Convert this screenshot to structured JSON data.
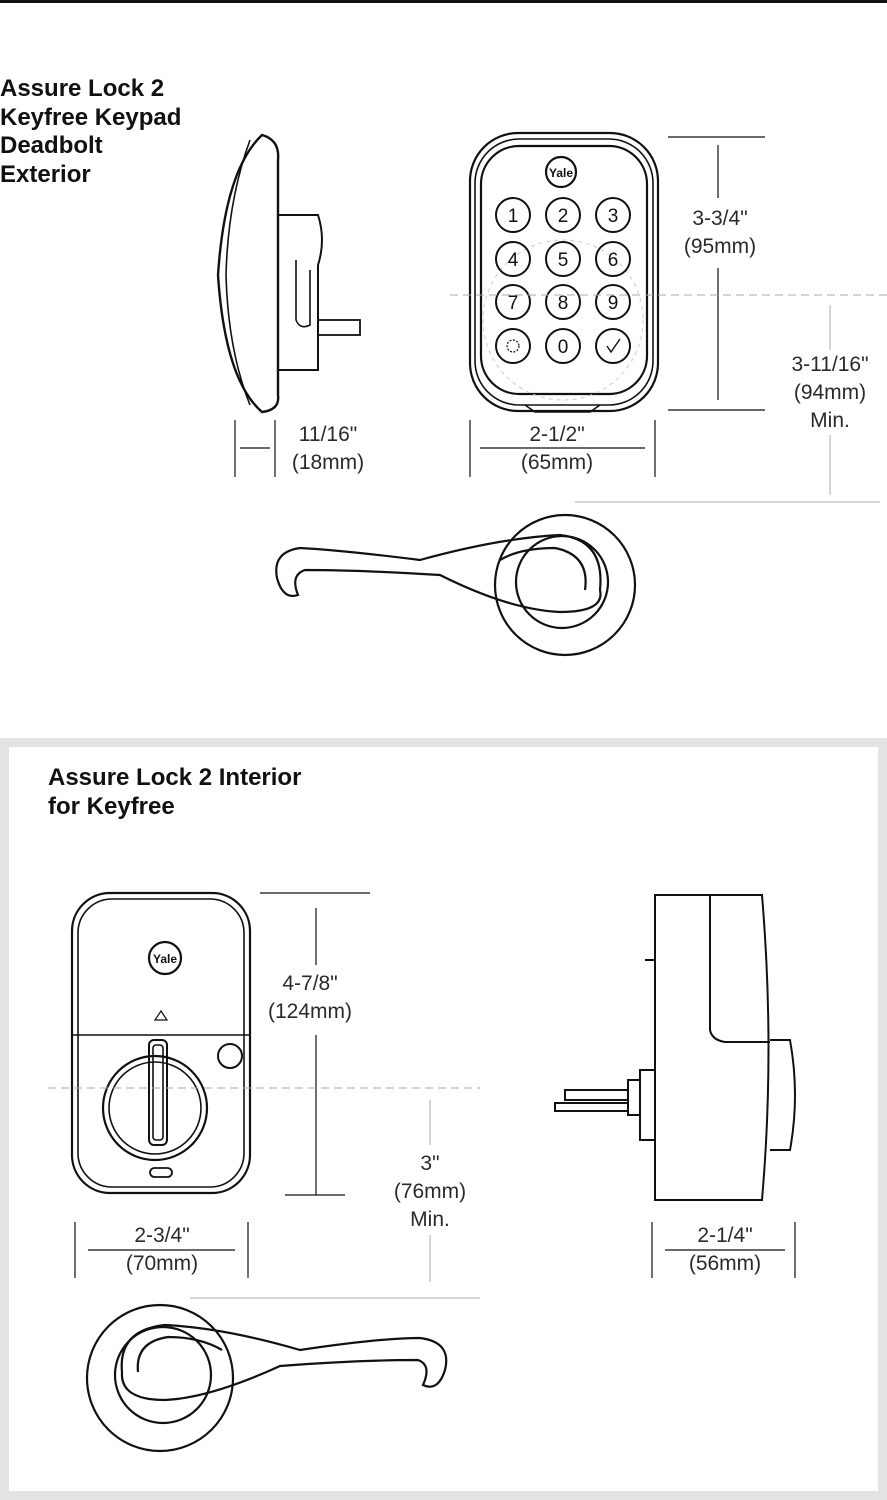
{
  "exterior": {
    "title_lines": [
      "Assure Lock 2",
      "Keyfree Keypad",
      "Deadbolt",
      "Exterior"
    ],
    "keypad_keys": [
      "1",
      "2",
      "3",
      "4",
      "5",
      "6",
      "7",
      "8",
      "9",
      "settings",
      "0",
      "check"
    ],
    "logo": "Yale",
    "dims": {
      "height": {
        "imperial": "3-3/4\"",
        "metric": "(95mm)"
      },
      "min_height": {
        "imperial": "3-11/16\"",
        "metric": "(94mm)",
        "note": "Min."
      },
      "depth": {
        "imperial": "11/16\"",
        "metric": "(18mm)"
      },
      "width": {
        "imperial": "2-1/2\"",
        "metric": "(65mm)"
      }
    }
  },
  "interior": {
    "title_lines": [
      "Assure Lock 2 Interior",
      "for Keyfree"
    ],
    "logo": "Yale",
    "dims": {
      "height": {
        "imperial": "4-7/8\"",
        "metric": "(124mm)"
      },
      "min_height": {
        "imperial": "3\"",
        "metric": "(76mm)",
        "note": "Min."
      },
      "width": {
        "imperial": "2-3/4\"",
        "metric": "(70mm)"
      },
      "depth": {
        "imperial": "2-1/4\"",
        "metric": "(56mm)"
      }
    }
  }
}
